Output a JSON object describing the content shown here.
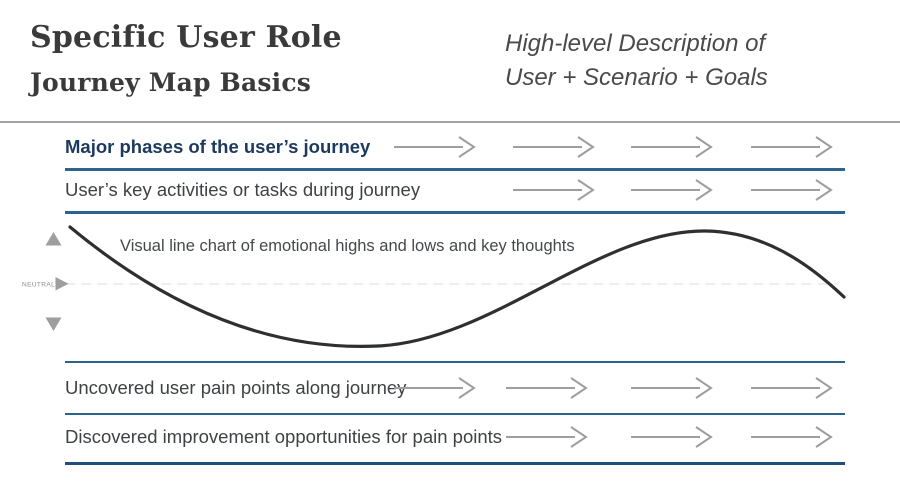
{
  "header": {
    "title_line1": "Specific User Role",
    "title_line2": "Journey Map Basics",
    "description_line1": "High-level Description of",
    "description_line2": "User + Scenario + Goals"
  },
  "rows": {
    "phases": {
      "label": "Major phases of the user’s journey"
    },
    "activities": {
      "label": "User’s key activities or tasks during journey"
    },
    "pain_points": {
      "label": "Uncovered user pain points along journey"
    },
    "opportunities": {
      "label": "Discovered improvement opportunities for pain points"
    }
  },
  "chart": {
    "caption": "Visual line chart of emotional highs and lows and key thoughts",
    "neutral_label": "NEUTRAL"
  },
  "icons": {
    "arrow_right": "arrow-right-icon",
    "triangle_up": "triangle-up-icon",
    "triangle_down": "triangle-down-icon",
    "triangle_right": "triangle-right-icon"
  },
  "colors": {
    "background": "#ffffff",
    "title": "#3a3a3a",
    "description": "#4a4a4a",
    "divider": "#a2a2a2",
    "navy": "#1c3a5e",
    "text": "#3f4245",
    "caption": "#45484b",
    "rule-blue": "#2b648f",
    "rule-blue-dark": "#1d4e7e",
    "arrow": "#9e9e9e",
    "dashed": "#e9e9e9",
    "curve": "#2d2f31",
    "neutral-label": "#8c8c8c"
  }
}
